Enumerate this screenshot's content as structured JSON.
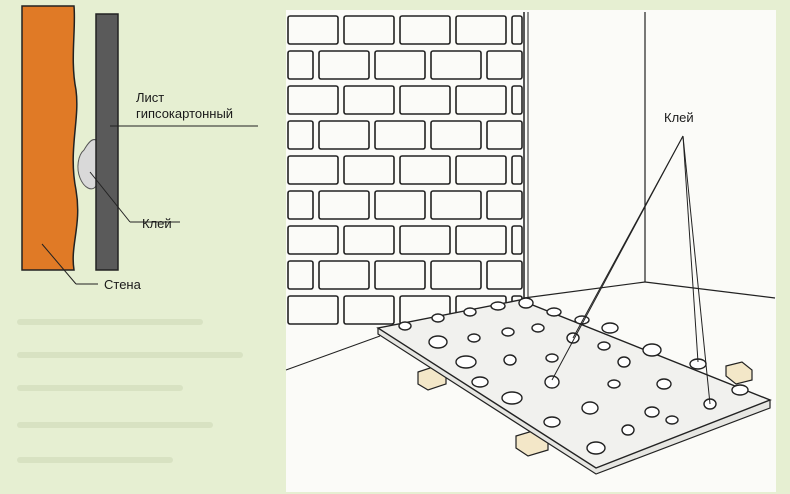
{
  "left_panel": {
    "sheet_label_line1": "Лист",
    "sheet_label_line2": "гипсокартонный",
    "glue_label": "Клей",
    "wall_label": "Стена"
  },
  "right_panel": {
    "glue_label": "Клей"
  },
  "colors": {
    "background": "#e6efd2",
    "wall": "#e07a26",
    "drywall": "#5a5a5a",
    "glue": "#d9d9d9",
    "paper": "#fbfbf8",
    "lines": "#222222"
  }
}
